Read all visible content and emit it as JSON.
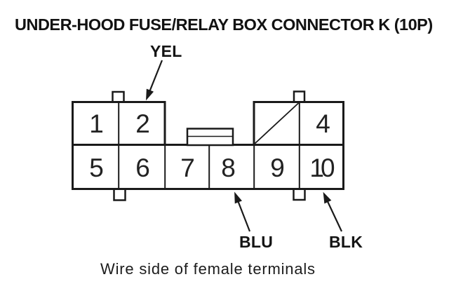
{
  "title": "UNDER-HOOD FUSE/RELAY BOX CONNECTOR K (10P)",
  "caption": "Wire side of female terminals",
  "wire_labels": {
    "yel": "YEL",
    "blu": "BLU",
    "blk": "BLK"
  },
  "connector": {
    "pins": {
      "p1": "1",
      "p2": "2",
      "p4": "4",
      "p5": "5",
      "p6": "6",
      "p7": "7",
      "p8": "8",
      "p9": "9",
      "p10": "10"
    }
  },
  "colors": {
    "ink": "#1a1a1a",
    "background": "#ffffff"
  }
}
